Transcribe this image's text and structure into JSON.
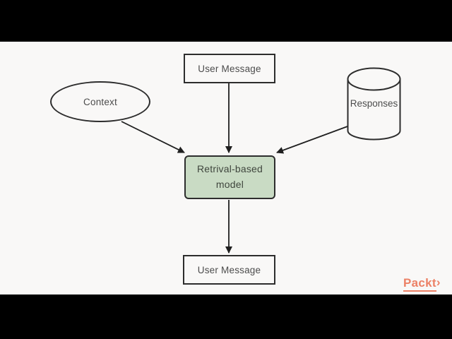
{
  "frame": {
    "letterbox_color": "#000000",
    "canvas_color": "#f9f8f7"
  },
  "diagram": {
    "stroke_color": "#2d2d2d",
    "text_color": "#4c4c4c",
    "nodes": {
      "user_message_top": {
        "label": "User Message",
        "shape": "rectangle"
      },
      "context": {
        "label": "Context",
        "shape": "ellipse"
      },
      "responses": {
        "label": "Responses",
        "shape": "cylinder"
      },
      "model": {
        "label": "Retrival-based model",
        "shape": "rounded-rectangle",
        "fill": "#c9dbc4"
      },
      "user_message_bottom": {
        "label": "User Message",
        "shape": "rectangle"
      }
    },
    "edges": [
      {
        "from": "context",
        "to": "model"
      },
      {
        "from": "user_message_top",
        "to": "model"
      },
      {
        "from": "responses",
        "to": "model"
      },
      {
        "from": "model",
        "to": "user_message_bottom"
      }
    ]
  },
  "branding": {
    "logo_text": "Packt",
    "logo_chevron": "›",
    "logo_color": "#ec8166"
  }
}
